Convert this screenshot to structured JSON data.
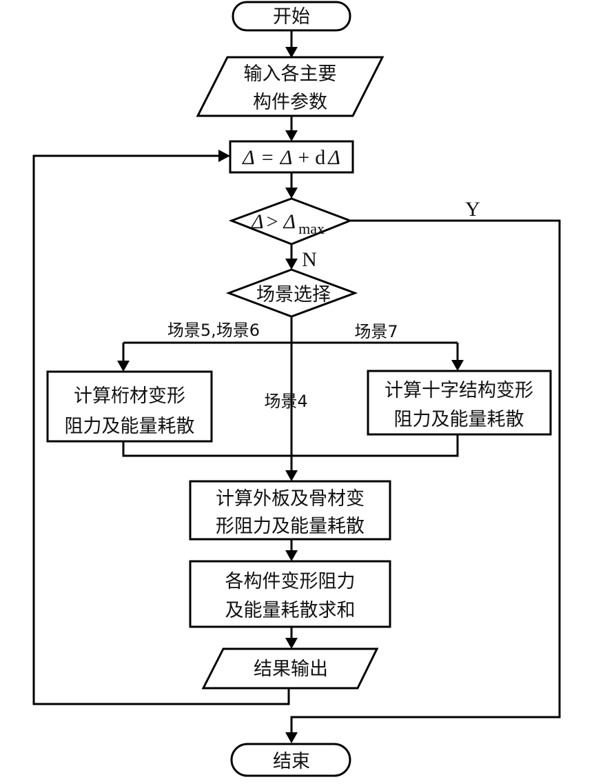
{
  "diagram": {
    "type": "flowchart",
    "nodes": {
      "start": {
        "shape": "terminal",
        "text": "开始"
      },
      "input": {
        "shape": "parallelogram",
        "lines": [
          "输入各主要",
          "构件参数"
        ]
      },
      "increment": {
        "shape": "process",
        "text": {
          "lhs": "Δ",
          "eq": "=",
          "rhs1": "Δ",
          "plus": "+",
          "d": "d",
          "rhs2": "Δ"
        }
      },
      "check_max": {
        "shape": "decision",
        "text": {
          "lhs": "Δ",
          "op": ">",
          "rhs": "Δ",
          "sub": "max"
        }
      },
      "scenario": {
        "shape": "decision",
        "text": "场景选择"
      },
      "girder": {
        "shape": "process",
        "lines": [
          "计算桁材变形",
          "阻力及能量耗散"
        ]
      },
      "cross": {
        "shape": "process",
        "lines": [
          "计算十字结构变形",
          "阻力及能量耗散"
        ]
      },
      "plate": {
        "shape": "process",
        "lines": [
          "计算外板及骨材变",
          "形阻力及能量耗散"
        ]
      },
      "sum": {
        "shape": "process",
        "lines": [
          "各构件变形阻力",
          "及能量耗散求和"
        ]
      },
      "output": {
        "shape": "parallelogram",
        "text": "结果输出"
      },
      "end": {
        "shape": "terminal",
        "text": "结束"
      }
    },
    "edge_labels": {
      "yes": "Y",
      "no": "N",
      "scenario_5_6": "场景5,场景6",
      "scenario_7": "场景7",
      "scenario_4": "场景4"
    },
    "edges": [
      [
        "start",
        "input"
      ],
      [
        "input",
        "increment"
      ],
      [
        "increment",
        "check_max"
      ],
      [
        "check_max",
        "end",
        "Y"
      ],
      [
        "check_max",
        "scenario",
        "N"
      ],
      [
        "scenario",
        "girder",
        "场景5,场景6"
      ],
      [
        "scenario",
        "cross",
        "场景7"
      ],
      [
        "scenario",
        "plate",
        "场景4"
      ],
      [
        "girder",
        "plate"
      ],
      [
        "cross",
        "plate"
      ],
      [
        "plate",
        "sum"
      ],
      [
        "sum",
        "output"
      ],
      [
        "output",
        "increment"
      ]
    ]
  }
}
